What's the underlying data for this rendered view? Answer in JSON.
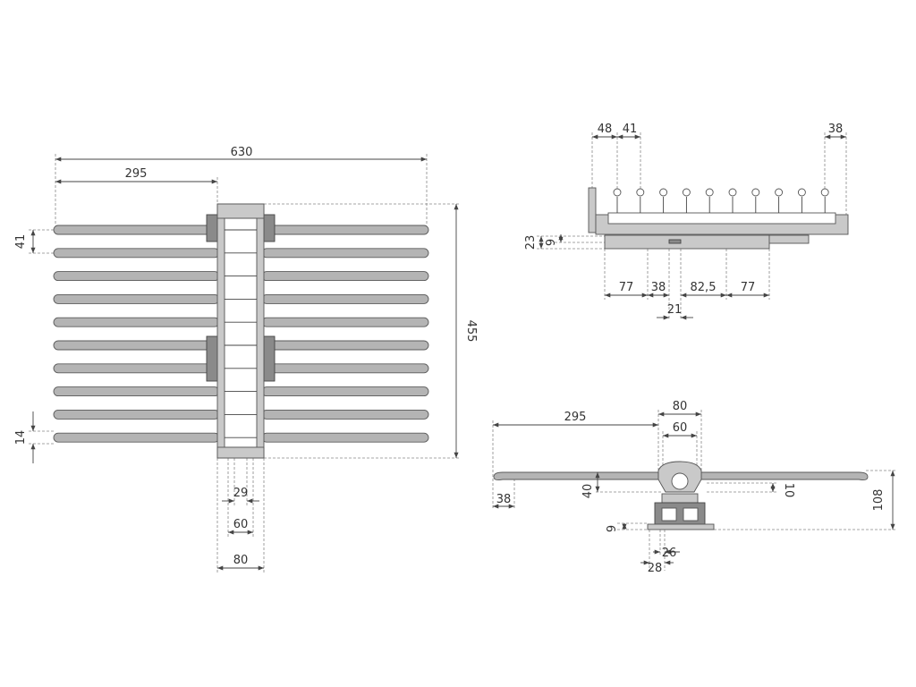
{
  "colors": {
    "background": "#ffffff",
    "bar_fill": "#b4b4b4",
    "outline": "#555555",
    "dimension": "#444444"
  },
  "views": {
    "top": {
      "dims": {
        "overall_width": "630",
        "arm_length": "295",
        "height": "455",
        "bar_pitch": "41",
        "bar_diameter": "14",
        "d29": "29",
        "d60": "60",
        "d80": "80"
      }
    },
    "side": {
      "dims": {
        "d48": "48",
        "d41": "41",
        "d38_top": "38",
        "d23": "23",
        "d9": "9",
        "d77_left": "77",
        "d38_bottom": "38",
        "d82_5": "82,5",
        "d77_right": "77",
        "d21": "21"
      }
    },
    "front": {
      "dims": {
        "arm_length": "295",
        "d80": "80",
        "d60": "60",
        "d38": "38",
        "d40": "40",
        "d10": "10",
        "d108": "108",
        "d9": "9",
        "d26": "26",
        "d28": "28"
      }
    }
  }
}
